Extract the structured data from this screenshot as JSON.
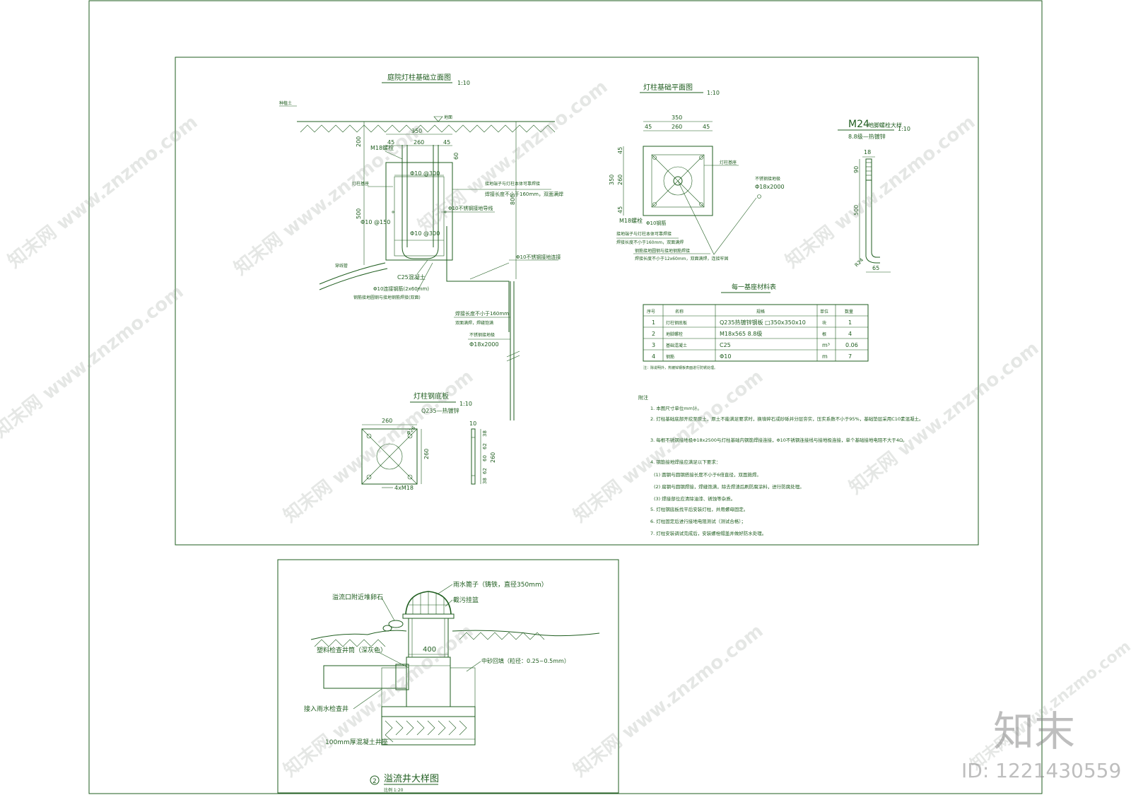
{
  "colors": {
    "ink": "#1f5d1f",
    "watermark": "#8a8a8a"
  },
  "elevation": {
    "title": "庭院灯柱基础立面图",
    "scale": "1:10",
    "ground_label": "种植土",
    "level_label": "地面",
    "dims": {
      "d350": "350",
      "d45a": "45",
      "d260": "260",
      "d45b": "45",
      "d200": "200",
      "d60": "60",
      "d500": "500",
      "d800": "800"
    },
    "labels": {
      "anchor": "M18螺栓",
      "stirrup": "Φ10 @300",
      "stirrup2": "Φ10 @300",
      "rebar": "Φ10 @150",
      "lamp_base": "灯柱基座",
      "conduit": "穿线管",
      "concrete": "C25混凝土",
      "grounding_note1": "接地端子与灯柱本体可靠焊接",
      "grounding_note2": "焊接长度不小于160mm，双面满焊",
      "connect": "Φ10不锈钢接地导线",
      "connect2": "Φ10不锈钢接地连接",
      "flat": "Φ10连接钢筋(2x60mm)",
      "flat2": "钢筋接地圆钢与接地钢筋焊接(双面)",
      "weld_len": "焊接长度不小于160mm",
      "weld_note": "双面满焊，焊缝饱满",
      "rod": "不锈钢接地极",
      "rod_size": "Φ18x2000"
    }
  },
  "plan": {
    "title": "灯柱基础平面图",
    "scale": "1:10",
    "dims": {
      "d350": "350",
      "d45a": "45",
      "d260": "260",
      "d45b": "45",
      "v45a": "45",
      "v260": "260",
      "v45b": "45",
      "v350": "350"
    },
    "labels": {
      "base": "灯柱基座",
      "rod": "不锈钢接地极",
      "rod_size": "Φ18x2000",
      "anchor": "M18螺栓",
      "rebar": "Φ10钢筋",
      "note1": "接地端子与灯柱本体可靠焊接",
      "note2": "焊接长度不小于160mm，双面满焊",
      "note3": "钢筋接地圆钢与接地钢筋焊接",
      "note4": "焊接长度不小于12x60mm，双面满焊，连接牢固"
    }
  },
  "bolt": {
    "title_code": "M24",
    "title_text": "地脚螺栓大样",
    "scale": "1:10",
    "grade": "8.8级—热镀锌",
    "dims": {
      "d18": "18",
      "d90": "90",
      "d500": "500",
      "d65": "65",
      "r": "R24"
    }
  },
  "table": {
    "title": "每一基座材料表",
    "headers": [
      "序号",
      "名称",
      "规格",
      "单位",
      "数量"
    ],
    "rows": [
      [
        "1",
        "灯柱钢底板",
        "Q235热镀锌钢板  □350x350x10",
        "块",
        "1"
      ],
      [
        "2",
        "地脚螺栓",
        "M18x565  8.8级",
        "根",
        "4"
      ],
      [
        "3",
        "基础混凝土",
        "C25",
        "m³",
        "0.06"
      ],
      [
        "4",
        "钢筋",
        "Φ10",
        "m",
        "7"
      ]
    ],
    "footnote": "注：除说明外，热镀锌钢板表面进行防锈处理。"
  },
  "flange": {
    "title": "灯柱钢底板",
    "scale": "1:10",
    "material": "Q235—热镀锌",
    "dims": {
      "d260": "260",
      "d260v": "260",
      "hole": "Φ26",
      "bolts": "4xM18",
      "t10": "10",
      "s38a": "38",
      "s62a": "62",
      "s60": "60",
      "s62b": "62",
      "s38b": "38",
      "s260": "260"
    }
  },
  "notes": {
    "head": "附注",
    "items": [
      "1. 本图尺寸单位mm计。",
      "2. 灯柱基础底部开挖至原土，原土不能满足要求时，换填碎石或砂砾并分层夯实，压实系数不小于95%，基础垫层采用C10素混凝土。",
      "3. 每根不锈钢接地极Φ18x2500与灯柱基础内钢筋焊接连接，Φ10不锈钢连接线与接地极连接，单个基础接地电阻不大于4Ω。",
      "4. 钢筋接地焊接应满足以下要求：",
      "(1) 圆钢与圆钢搭接长度不小于6倍直径，双面施焊。",
      "(2) 扁钢与圆钢焊接，焊缝饱满，除去焊渣后刷防腐涂料，进行防腐处理。",
      "(3) 焊接部位应清除油漆、锈蚀等杂质。",
      "5. 灯柱钢底板找平后安装灯柱，并用螺母固定。",
      "6. 灯柱固定后进行接地电阻测试（测试合格）；",
      "7. 灯柱安装调试完成后，安装螺栓帽盖并做好防水处理。"
    ]
  },
  "well": {
    "labels": {
      "grate": "雨水篦子（铸铁，直径350mm）",
      "basket": "截污挂篮",
      "gravel_cover": "溢流口附近堆卵石",
      "pipe": "塑料检查井筒（深灰色）",
      "sand": "中砂回填（粒径：0.25~0.5mm）",
      "inlet": "接入雨水检查井",
      "base": "100mm厚混凝土井座",
      "dia": "400"
    },
    "title_no": "2",
    "title": "溢流井大样图",
    "scale": "比例  1:20"
  },
  "watermark": {
    "site": "知末网 www.znzmo.com",
    "brand": "知末",
    "id": "ID: 1221430559"
  }
}
